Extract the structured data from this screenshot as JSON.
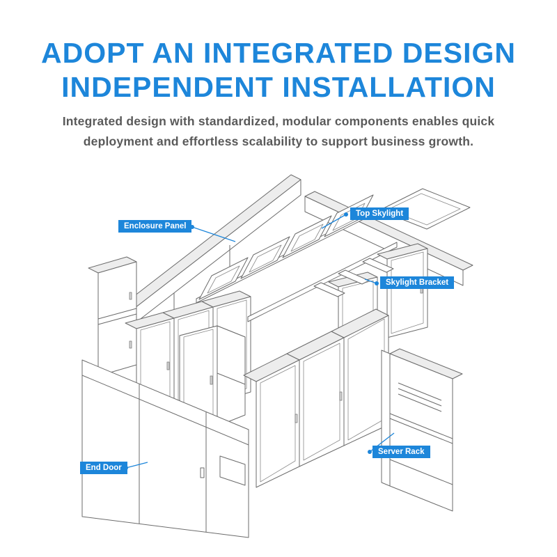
{
  "page": {
    "title_line1": "ADOPT AN INTEGRATED DESIGN",
    "title_line2": "INDEPENDENT INSTALLATION",
    "subtitle_line1": "Integrated design with standardized, modular components enables quick",
    "subtitle_line2": "deployment and effortless scalability to support business growth."
  },
  "colors": {
    "accent_blue": "#1d86da",
    "subtitle_gray": "#5a5a5a",
    "line_art_gray": "#6b6b6b"
  },
  "diagram": {
    "labels": [
      {
        "id": "top-skylight",
        "text": "Top Skylight"
      },
      {
        "id": "enclosure-panel",
        "text": "Enclosure Panel"
      },
      {
        "id": "skylight-bracket",
        "text": "Skylight Bracket"
      },
      {
        "id": "server-rack",
        "text": "Server Rack"
      },
      {
        "id": "end-door",
        "text": "End Door"
      }
    ]
  }
}
